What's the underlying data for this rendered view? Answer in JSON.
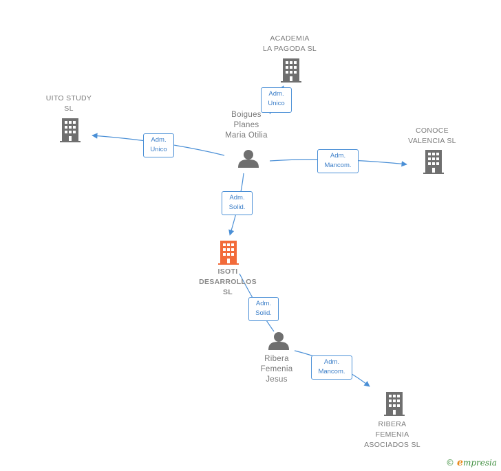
{
  "nodes": {
    "academia": {
      "label": "ACADEMIA\nLA PAGODA  SL"
    },
    "uito": {
      "label": "UITO STUDY\nSL"
    },
    "conoce": {
      "label": "CONOCE\nVALENCIA  SL"
    },
    "isoti": {
      "label": "ISOTI\nDESARROLLOS\nSL"
    },
    "ribera_sl": {
      "label": "RIBERA\nFEMENIA\nASOCIADOS SL"
    },
    "boigues": {
      "label": "Boigues\nPlanes\nMaria Otilia"
    },
    "ribera_jesus": {
      "label": "Ribera\nFemenia\nJesus"
    }
  },
  "edges": {
    "boigues_academia": {
      "label": "Adm.\nUnico"
    },
    "boigues_uito": {
      "label": "Adm.\nUnico"
    },
    "boigues_conoce": {
      "label": "Adm.\nMancom."
    },
    "boigues_isoti": {
      "label": "Adm.\nSolid."
    },
    "ribera_isoti": {
      "label": "Adm.\nSolid."
    },
    "ribera_riberasl": {
      "label": "Adm.\nMancom."
    }
  },
  "colors": {
    "edge": "#4a8fd6",
    "company": "#6f6f6f",
    "main_company": "#f26b3a",
    "person": "#6f6f6f"
  },
  "icons": {
    "company": "building-icon",
    "person": "person-icon"
  },
  "brand": {
    "copyright": "©",
    "initial": "e",
    "name": "mpresia"
  }
}
